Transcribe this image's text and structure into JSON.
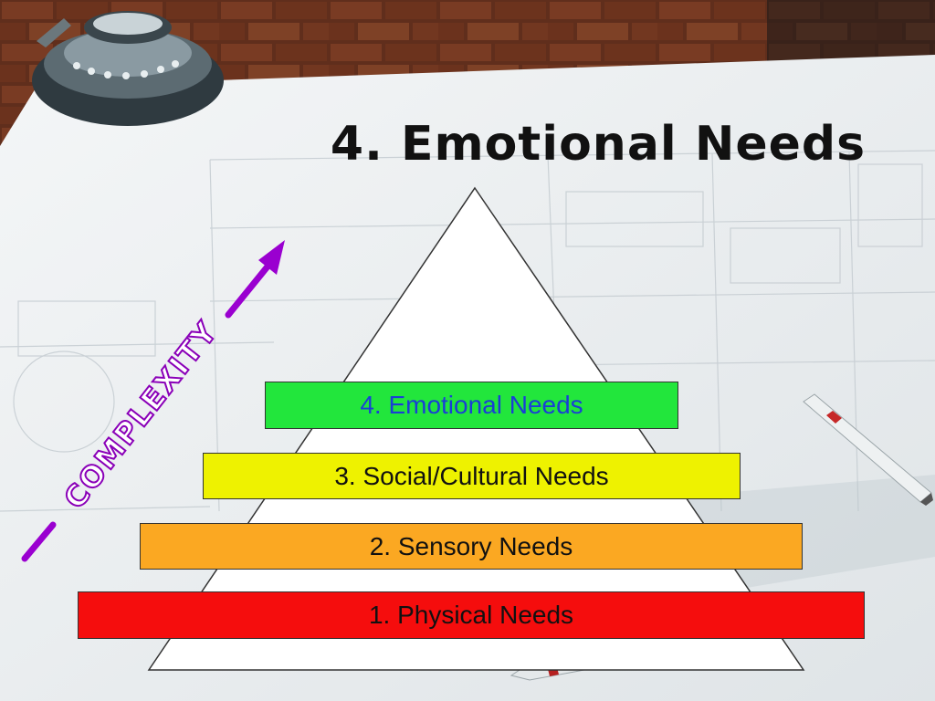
{
  "slide": {
    "title": "4. Emotional Needs"
  },
  "pyramid": {
    "levels": [
      {
        "label": "4. Emotional Needs",
        "fill": "#22e63c",
        "text_color": "#1a3fd6"
      },
      {
        "label": "3. Social/Cultural Needs",
        "fill": "#eef200",
        "text_color": "#111111"
      },
      {
        "label": "2. Sensory Needs",
        "fill": "#fba822",
        "text_color": "#111111"
      },
      {
        "label": "1. Physical Needs",
        "fill": "#f50d0d",
        "text_color": "#111111"
      }
    ]
  },
  "arrow": {
    "label": "COMPLEXITY",
    "color": "#9a00d0"
  },
  "background": {
    "icons": [
      "brick-wall",
      "desk-lamp-icon",
      "blueprint-sheet",
      "pen-icon"
    ]
  }
}
